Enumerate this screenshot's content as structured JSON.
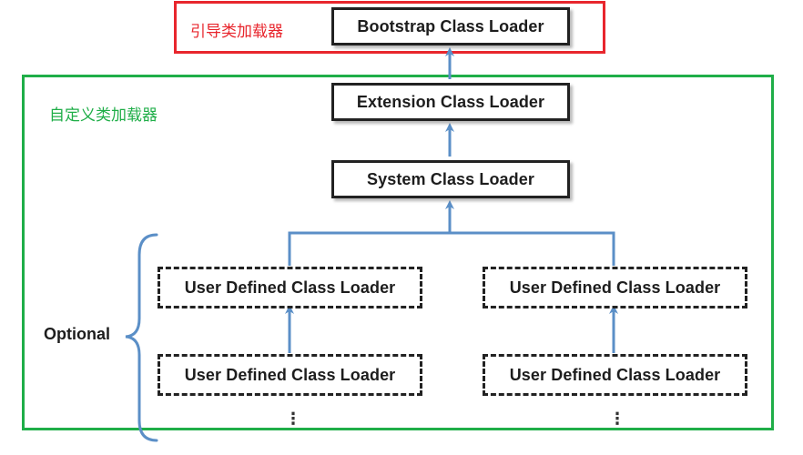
{
  "annotations": {
    "bootstrap_group_label": "引导类加载器",
    "custom_group_label": "自定义类加载器",
    "optional_label": "Optional",
    "continuation_mark": "⋮"
  },
  "loaders": {
    "bootstrap": "Bootstrap Class Loader",
    "extension": "Extension Class Loader",
    "system": "System Class Loader",
    "user_defined": [
      "User Defined Class Loader",
      "User Defined Class Loader",
      "User Defined Class Loader",
      "User Defined Class Loader"
    ]
  },
  "colors": {
    "bootstrap_frame": "#e8262d",
    "custom_frame": "#1fae48",
    "arrows": "#5b8fc7",
    "box_border": "#222222"
  }
}
